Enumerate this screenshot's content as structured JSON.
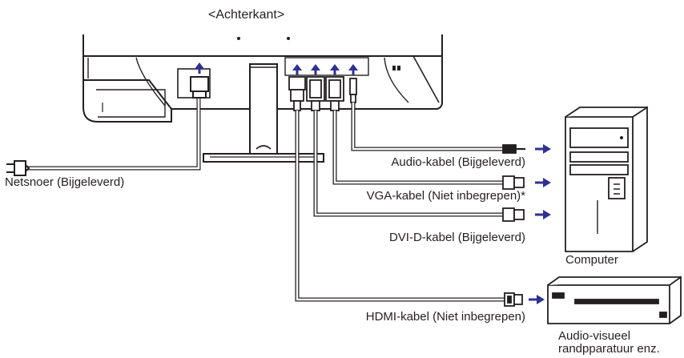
{
  "title": "<Achterkant>",
  "labels": {
    "power_cord": "Netsnoer (Bijgeleverd)",
    "audio_cable": "Audio-kabel (Bijgeleverd)",
    "vga_cable": "VGA-kabel (Niet inbegrepen)*",
    "dvi_cable": "DVI-D-kabel (Bijgeleverd)",
    "hdmi_cable": "HDMI-kabel (Niet inbegrepen)",
    "computer": "Computer",
    "av_line1": "Audio-visueel",
    "av_line2": "randpparatuur enz."
  },
  "colors": {
    "line": "#231f20",
    "arrow_blue": "#2e3192",
    "monitor_fill": "#ffffff",
    "dark": "#231f20"
  }
}
